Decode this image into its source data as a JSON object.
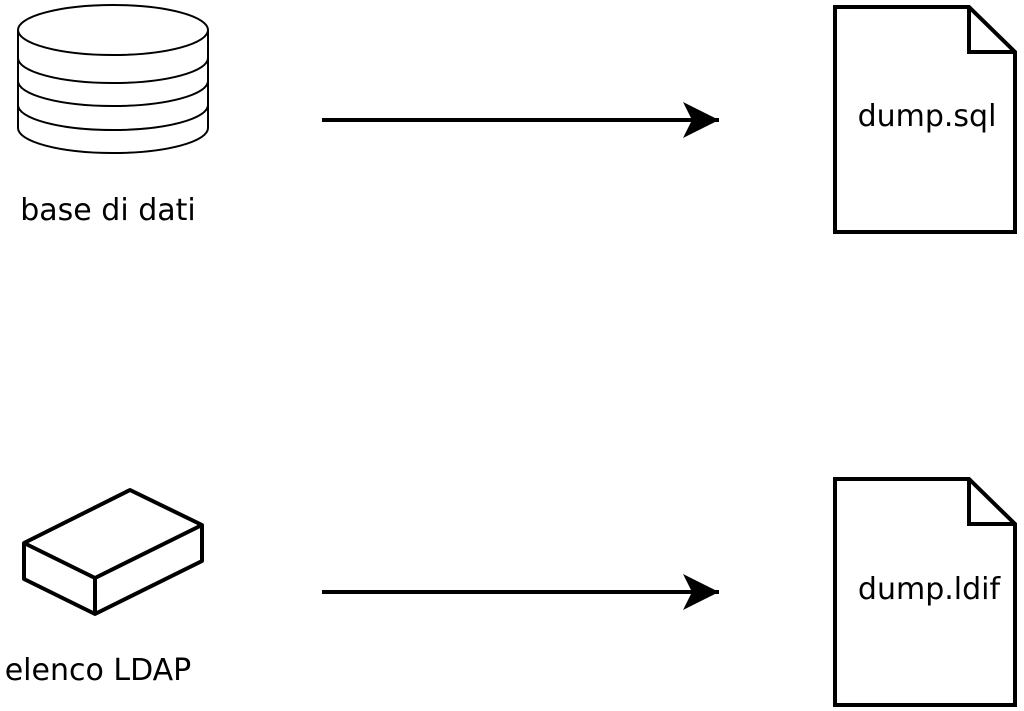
{
  "diagram": {
    "database_label": "base di dati",
    "ldap_label": "elenco LDAP",
    "sql_file_label": "dump.sql",
    "ldif_file_label": "dump.ldif"
  },
  "colors": {
    "stroke": "#000000",
    "background": "#ffffff"
  }
}
